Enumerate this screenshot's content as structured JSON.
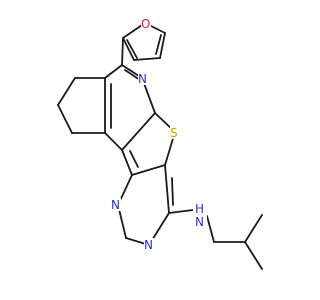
{
  "structure": {
    "atoms": {
      "O_furan": {
        "text": "O",
        "color": "#e8202a"
      },
      "N_ring": {
        "text": "N",
        "color": "#2b30d8"
      },
      "S_thio": {
        "text": "S",
        "color": "#c8a400"
      },
      "N_pyr1": {
        "text": "N",
        "color": "#2b30d8"
      },
      "N_pyr2": {
        "text": "N",
        "color": "#2b30d8"
      },
      "N_amine": {
        "text": "N",
        "color": "#2b30d8"
      },
      "H_amine": {
        "text": "H",
        "color": "#2b30d8"
      }
    }
  }
}
